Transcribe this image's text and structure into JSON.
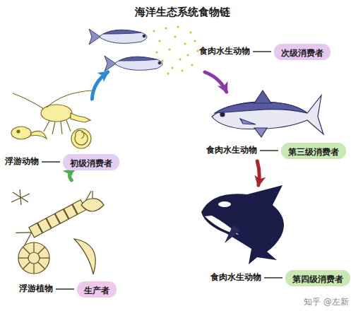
{
  "diagram": {
    "title": "海洋生态系统食物链",
    "nodes": [
      {
        "text": [
          "浮游植物"
        ]
      },
      {
        "text": [
          "生产者"
        ],
        "in": 0
      },
      {
        "text": [
          "浮游动物"
        ]
      },
      {
        "text": [
          "初级消费者"
        ],
        "in": 2
      },
      {
        "text": [
          "食肉水生动物"
        ]
      },
      {
        "text": [
          "次级消费者"
        ],
        "in": 4
      },
      {
        "text": [
          "食肉水生动物"
        ]
      },
      {
        "text": [
          "第三级消费者"
        ],
        "in": 6
      },
      {
        "text": [
          "食肉水生动物"
        ]
      },
      {
        "text": [
          "第四级消费者"
        ],
        "in": 8
      }
    ],
    "edges": [
      {
        "from": 0,
        "to": 2,
        "arrow": "to"
      },
      {
        "from": 2,
        "to": 4,
        "arrow": "to"
      },
      {
        "from": 4,
        "to": 6,
        "arrow": "to"
      },
      {
        "from": 6,
        "to": 8,
        "arrow": "to"
      }
    ],
    "labels": [
      "知乎 @左新"
    ]
  }
}
